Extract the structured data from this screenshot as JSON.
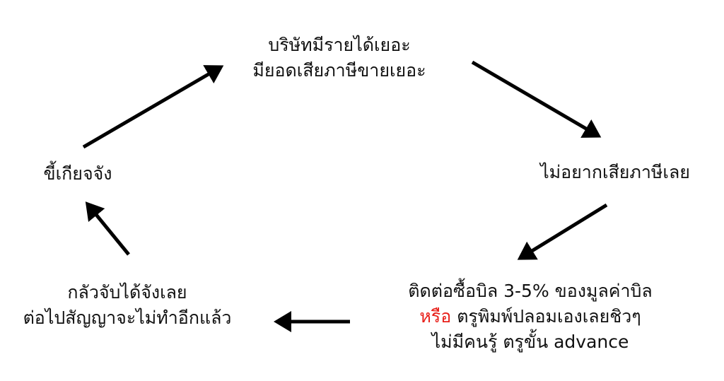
{
  "colors": {
    "text": "#111111",
    "highlight": "#e8201a",
    "arrow": "#000000"
  },
  "nodes": {
    "top": {
      "line1": "บริษัทมีรายได้เยอะ",
      "line2": "มียอดเสียภาษีขายเยอะ"
    },
    "right": {
      "line1": "ไม่อยากเสียภาษีเลย"
    },
    "bottom_right": {
      "line1": "ติดต่อซื้อบิล 3-5% ของมูลค่าบิล",
      "or": "หรือ",
      "line2_rest": "ตรูพิมพ์ปลอมเองเลยชิวๆ",
      "line3": "ไม่มีคนรู้ ตรูขั้น advance"
    },
    "bottom_left": {
      "line1": "กลัวจับได้จังเลย",
      "line2": "ต่อไปสัญญาจะไม่ทำอีกแล้ว"
    },
    "left": {
      "line1": "ขี้เกียจจัง"
    }
  }
}
